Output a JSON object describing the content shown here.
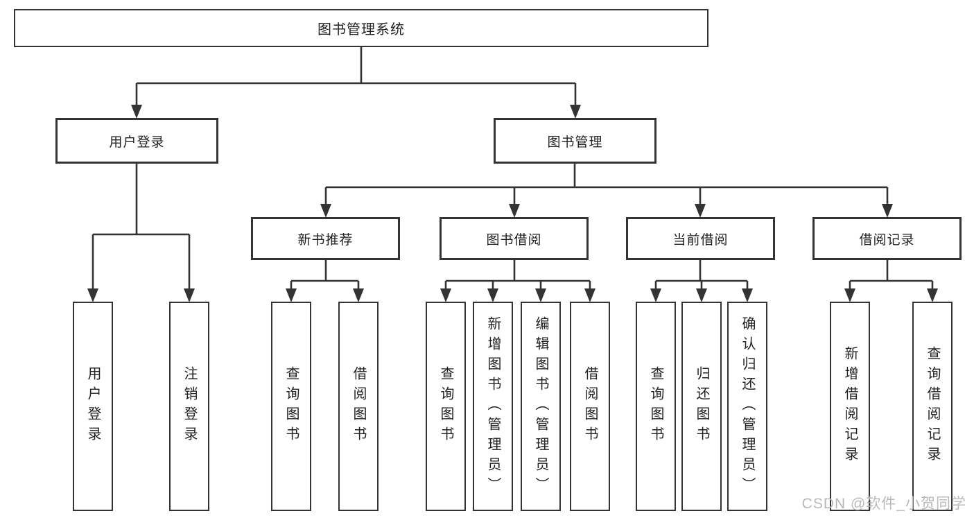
{
  "diagram": {
    "root": {
      "label": "图书管理系统"
    },
    "level1": [
      {
        "label": "用户登录",
        "parent": "图书管理系统"
      },
      {
        "label": "图书管理",
        "parent": "图书管理系统"
      }
    ],
    "level2": [
      {
        "label": "新书推荐",
        "parent": "图书管理"
      },
      {
        "label": "图书借阅",
        "parent": "图书管理"
      },
      {
        "label": "当前借阅",
        "parent": "图书管理"
      },
      {
        "label": "借阅记录",
        "parent": "图书管理"
      }
    ],
    "leaves": [
      {
        "label": "用户登录",
        "parent": "用户登录"
      },
      {
        "label": "注销登录",
        "parent": "用户登录"
      },
      {
        "label": "查询图书",
        "parent": "新书推荐"
      },
      {
        "label": "借阅图书",
        "parent": "新书推荐"
      },
      {
        "label": "查询图书",
        "parent": "图书借阅"
      },
      {
        "label": "新增图书（管理员）",
        "parent": "图书借阅"
      },
      {
        "label": "编辑图书（管理员）",
        "parent": "图书借阅"
      },
      {
        "label": "借阅图书",
        "parent": "图书借阅"
      },
      {
        "label": "查询图书",
        "parent": "当前借阅"
      },
      {
        "label": "归还图书",
        "parent": "当前借阅"
      },
      {
        "label": "确认归还（管理员）",
        "parent": "当前借阅"
      },
      {
        "label": "新增借阅记录",
        "parent": "借阅记录"
      },
      {
        "label": "查询借阅记录",
        "parent": "借阅记录"
      }
    ],
    "colors": {
      "line": "#333333",
      "border": "#333333",
      "text": "#222222",
      "background": "#ffffff"
    }
  },
  "watermark": {
    "text": "CSDN @软件_小贺同学",
    "color": "#b9b9b9"
  }
}
